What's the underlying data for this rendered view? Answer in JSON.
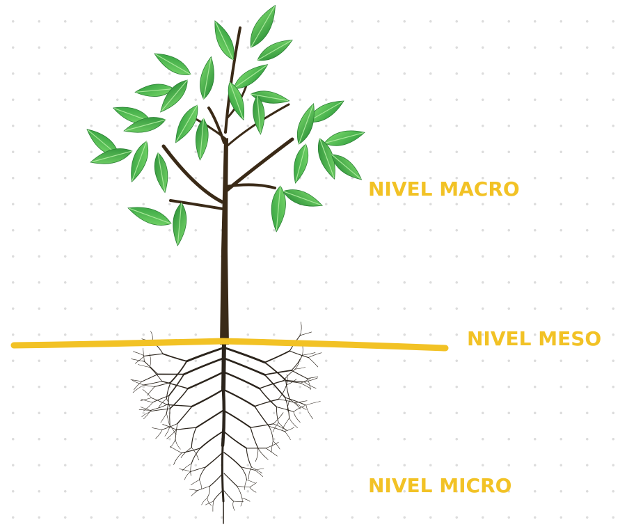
{
  "labels": {
    "macro": "NIVEL MACRO",
    "meso": "NIVEL MESO",
    "micro": "NIVEL MICRO"
  },
  "colors": {
    "label": "#F2C225",
    "ground_line": "#F2C225",
    "trunk": "#3A2A17",
    "leaf_light": "#6FD063",
    "leaf_dark": "#2E9B3C",
    "leaf_vein": "#A8E89A",
    "root": "#2B241C",
    "dots": "#DCDCDC"
  },
  "icons": {
    "plant": "tree-with-roots-illustration"
  }
}
